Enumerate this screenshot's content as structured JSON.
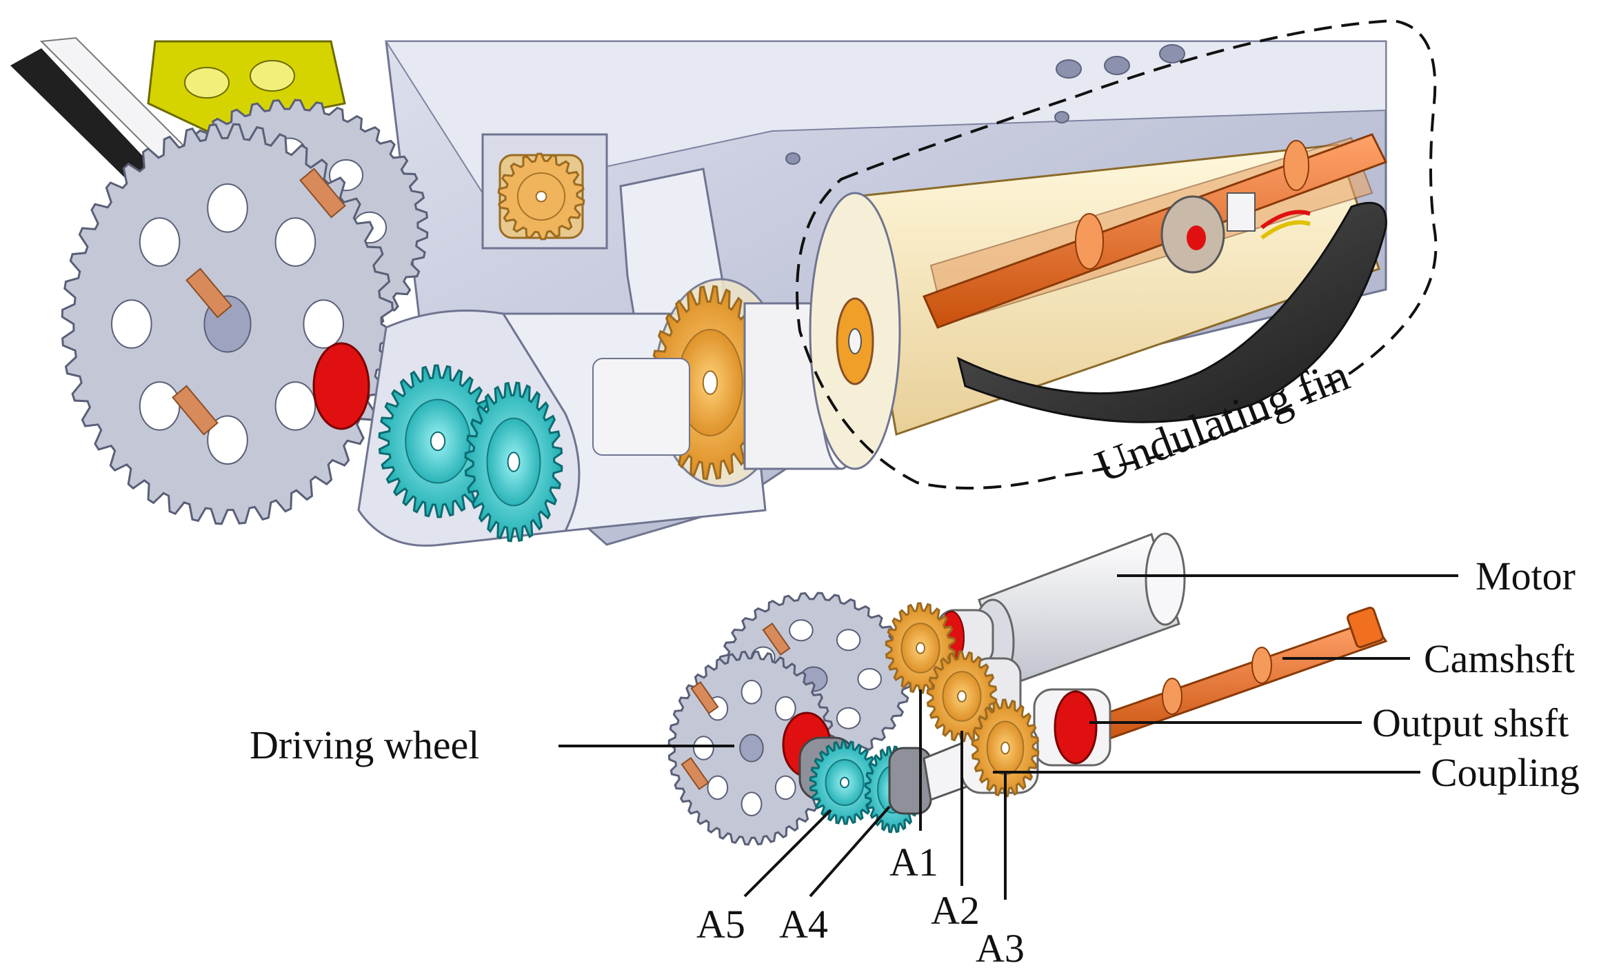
{
  "figure": {
    "callout": "Undulating fin",
    "components": {
      "motor": "Motor",
      "camshaft": "Camshsft",
      "output_shaft": "Output shsft",
      "coupling": "Coupling",
      "driving_wheel": "Driving wheel"
    },
    "gears": {
      "a1": "A1",
      "a2": "A2",
      "a3": "A3",
      "a4": "A4",
      "a5": "A5"
    }
  },
  "colors": {
    "frame": "#c9cde0",
    "frame_dark": "#9ea4bf",
    "sprocket": "#c3c7d6",
    "bevel_gear": "#2ec8cc",
    "spur_gear": "#f0a028",
    "camshaft": "#f07020",
    "cam_housing": "#f8ebc0",
    "fin": "#3a3a3a",
    "motor": "#eeeeee",
    "red_part": "#e01010",
    "copper_pin": "#d98a5a",
    "yellow_link": "#d6d400"
  }
}
